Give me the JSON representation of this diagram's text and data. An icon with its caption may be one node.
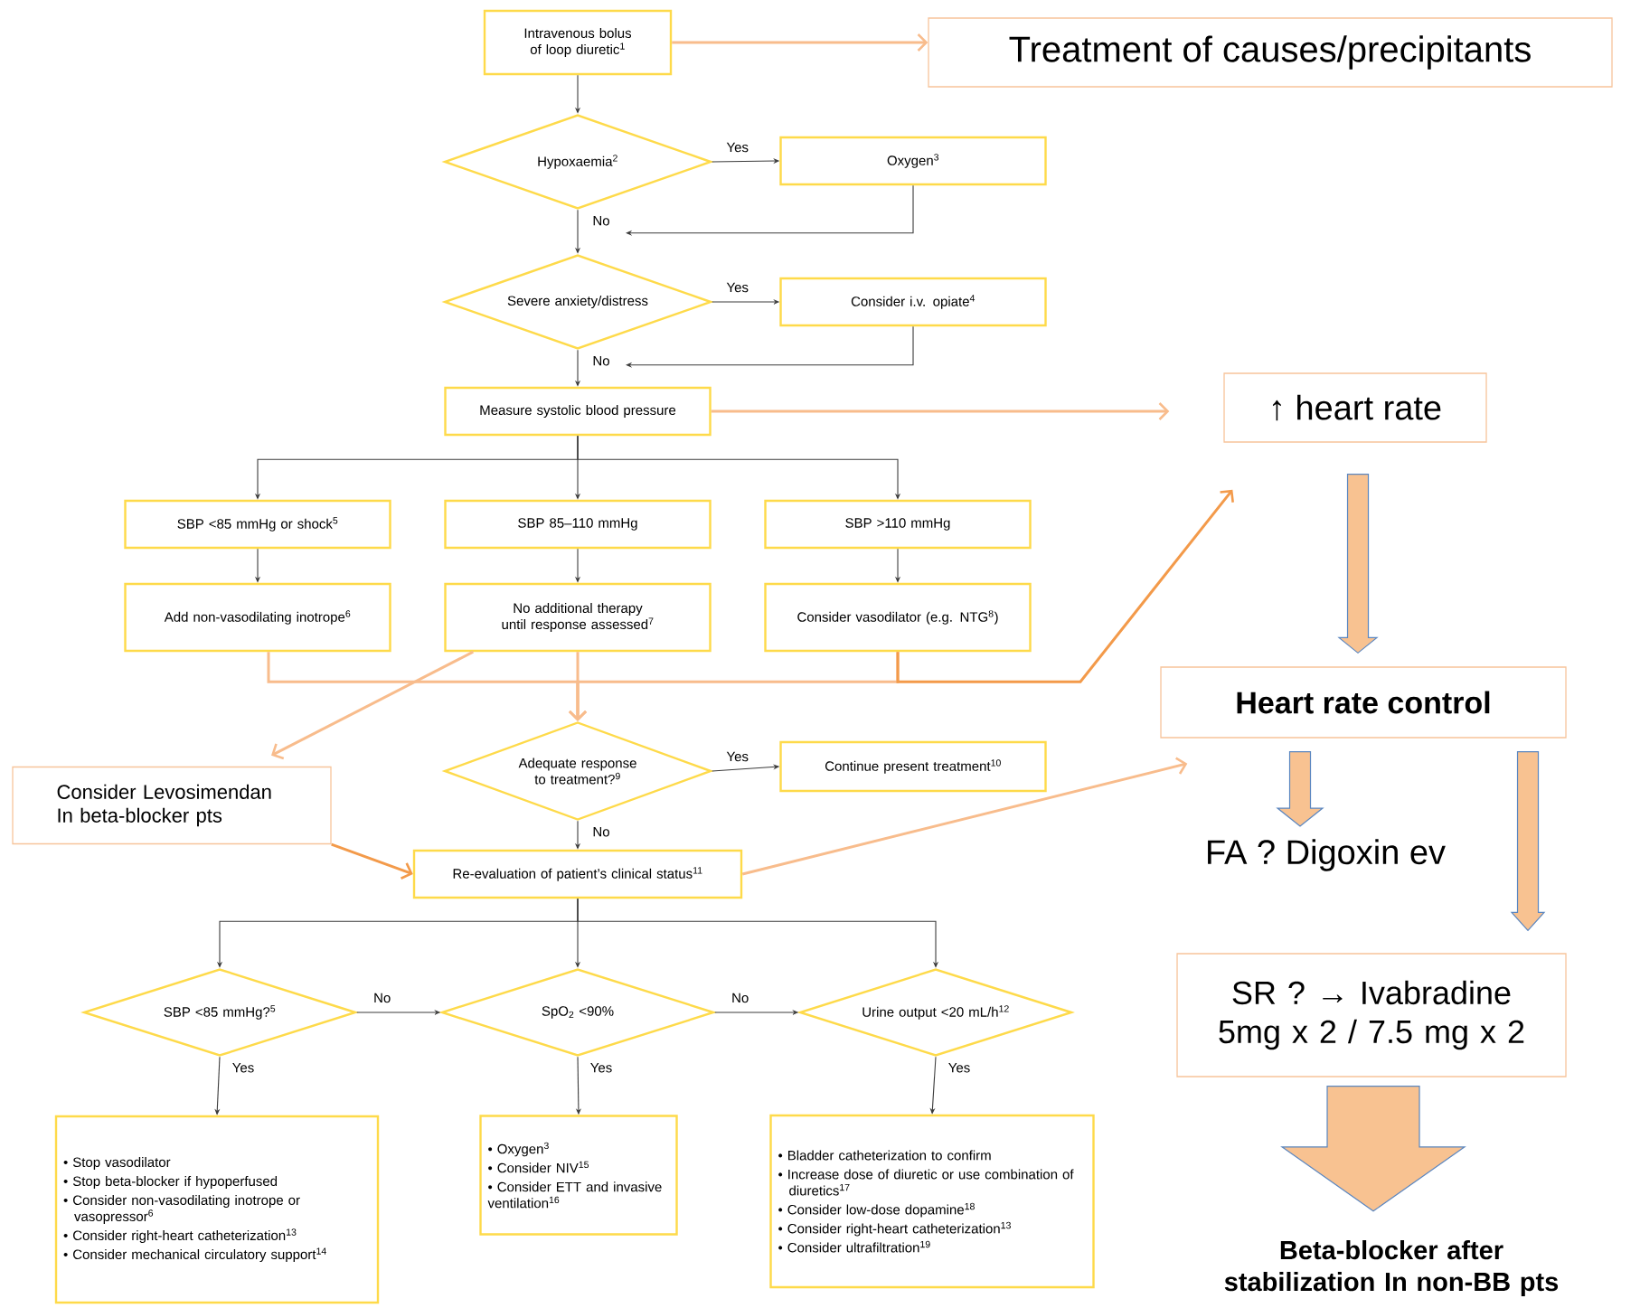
{
  "diagram": {
    "nodes": [
      {
        "text": [
          "Intravenous bolus of loop diuretic$^{1}$"
        ]
      },
      {
        "text": [
          "Treatment of causes/precipitants"
        ]
      },
      {
        "text": [
          "Hypoxaemia$^{2}$"
        ]
      },
      {
        "text": [
          "Oxygen$^{3}$"
        ]
      },
      {
        "text": [
          "Severe anxiety/distress"
        ]
      },
      {
        "text": [
          "Consider i.v. opiate$^{4}$"
        ]
      },
      {
        "text": [
          "Measure systolic blood pressure"
        ]
      },
      {
        "text": [
          "**↑** heart rate"
        ]
      },
      {
        "text": [
          "SBP <85 mmHg or shock$^{5}$"
        ]
      },
      {
        "text": [
          "SBP 85–110 mmHg"
        ]
      },
      {
        "text": [
          "SBP >110 mmHg"
        ]
      },
      {
        "text": [
          "Add non-vasodilating inotrope$^{6}$"
        ]
      },
      {
        "text": [
          "No additional therapy until response assessed$^{7}$"
        ]
      },
      {
        "text": [
          "Consider vasodilator (e.g. NTG$^{8}$)"
        ]
      },
      {
        "text": [
          "Heart rate control"
        ]
      },
      {
        "text": [
          "Consider Levosimendan In beta-blocker pts"
        ]
      },
      {
        "text": [
          "Adequate response to treatment?$^{9}$"
        ]
      },
      {
        "text": [
          "Continue present treatment$^{10}$"
        ]
      },
      {
        "text": [
          "FA ? Digoxin ev"
        ]
      },
      {
        "text": [
          "Re-evaluation of patient’s clinical status$^{11}$"
        ]
      },
      {
        "text": [
          "SR ? → Ivabradine 5mg x 2 / 7.5 mg x 2"
        ]
      },
      {
        "text": [
          "SBP <85 mmHg?$^{5}$"
        ]
      },
      {
        "text": [
          "SpO$_{2}$ <90%"
        ]
      },
      {
        "text": [
          "Urine output <20 mL/h$^{12}$"
        ]
      },
      {
        "text": [
          "• Stop vasodilator",
          "• Stop beta-blocker if hypoperfused",
          "• Consider non-vasodilating inotrope or vasopressor$^{6}$",
          "• Consider right-heart catheterization$^{13}$",
          "• Consider mechanical circulatory support$^{14}$"
        ]
      },
      {
        "text": [
          "• Oxygen$^{3}$",
          "• Consider NIV$^{15}$",
          "• Consider ETT and invasive ventilation$^{16}$"
        ]
      },
      {
        "text": [
          "• Bladder catheterization to confirm",
          "• Increase dose of diuretic or use combination of diuretics$^{17}$",
          "• Consider low-dose dopamine$^{18}$",
          "• Consider right-heart catheterization$^{13}$",
          "• Consider ultrafiltration$^{19}$"
        ]
      },
      {
        "text": [
          "Beta-blocker after stabilization In non-BB pts"
        ]
      }
    ],
    "edges": [
      {
        "from": 0,
        "to": 1,
        "arrow": "to",
        "color": "#f8bc8c"
      },
      {
        "from": 0,
        "to": 2,
        "arrow": "to"
      },
      {
        "from": 2,
        "to": 3,
        "arrow": "to",
        "label": "Yes"
      },
      {
        "from": 2,
        "to": 4,
        "arrow": "to",
        "label": "No"
      },
      {
        "from": 3,
        "to": 4,
        "arrow": "to"
      },
      {
        "from": 4,
        "to": 5,
        "arrow": "to",
        "label": "Yes"
      },
      {
        "from": 4,
        "to": 6,
        "arrow": "to",
        "label": "No"
      },
      {
        "from": 5,
        "to": 6,
        "arrow": "to"
      },
      {
        "from": 6,
        "to": 7,
        "arrow": "to",
        "color": "#f8bc8c"
      },
      {
        "from": 6,
        "to": 8,
        "arrow": "to"
      },
      {
        "from": 6,
        "to": 9,
        "arrow": "to"
      },
      {
        "from": 6,
        "to": 10,
        "arrow": "to"
      },
      {
        "from": 8,
        "to": 11,
        "arrow": "to"
      },
      {
        "from": 9,
        "to": 12,
        "arrow": "to"
      },
      {
        "from": 10,
        "to": 13,
        "arrow": "to"
      },
      {
        "from": 11,
        "to": 16,
        "arrow": "to",
        "color": "#f8bc8c"
      },
      {
        "from": 12,
        "to": 16,
        "arrow": "to",
        "color": "#f8bc8c"
      },
      {
        "from": 13,
        "to": 16,
        "arrow": "to",
        "color": "#f8bc8c"
      },
      {
        "from": 13,
        "to": 7,
        "arrow": "to",
        "color": "#f39a4a"
      },
      {
        "from": 12,
        "to": 15,
        "arrow": "to",
        "color": "#f8bc8c"
      },
      {
        "from": 15,
        "to": 19,
        "arrow": "to",
        "color": "#f39a4a"
      },
      {
        "from": 16,
        "to": 17,
        "arrow": "to",
        "label": "Yes"
      },
      {
        "from": 16,
        "to": 19,
        "arrow": "to",
        "label": "No"
      },
      {
        "from": 19,
        "to": 14,
        "arrow": "to",
        "color": "#f8bc8c"
      },
      {
        "from": 7,
        "to": 14,
        "arrow": "to",
        "style": "thick",
        "color": "#f8c291"
      },
      {
        "from": 14,
        "to": 18,
        "arrow": "to",
        "style": "thick",
        "color": "#f8c291"
      },
      {
        "from": 14,
        "to": 20,
        "arrow": "to",
        "style": "thick",
        "color": "#f8c291"
      },
      {
        "from": 20,
        "to": 27,
        "arrow": "to",
        "style": "thick",
        "color": "#f8c291"
      },
      {
        "from": 19,
        "to": 21,
        "arrow": "to"
      },
      {
        "from": 19,
        "to": 22,
        "arrow": "to"
      },
      {
        "from": 19,
        "to": 23,
        "arrow": "to"
      },
      {
        "from": 21,
        "to": 22,
        "arrow": "to",
        "label": "No"
      },
      {
        "from": 22,
        "to": 23,
        "arrow": "to",
        "label": "No"
      },
      {
        "from": 21,
        "to": 24,
        "arrow": "to",
        "label": "Yes"
      },
      {
        "from": 22,
        "to": 25,
        "arrow": "to",
        "label": "Yes"
      },
      {
        "from": 23,
        "to": 26,
        "arrow": "to",
        "label": "Yes"
      }
    ]
  }
}
